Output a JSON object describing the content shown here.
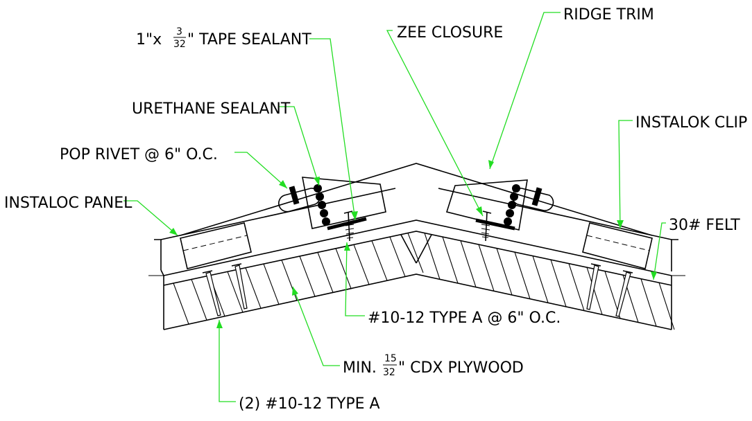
{
  "labels": {
    "tape_prefix": "1\"x",
    "tape_num": "3",
    "tape_den": "32",
    "tape_suffix": "\" TAPE SEALANT",
    "zee_closure": "ZEE CLOSURE",
    "ridge_trim": "RIDGE TRIM",
    "urethane_sealant": "URETHANE SEALANT",
    "instalok_clip": "INSTALOK CLIP",
    "pop_rivet": "POP RIVET @ 6\" O.C.",
    "instaloc_panel": "INSTALOC PANEL",
    "felt": "30# FELT",
    "screw_type_a_oc": "#10-12 TYPE A @ 6\" O.C.",
    "plywood_prefix": "MIN.",
    "plywood_num": "15",
    "plywood_den": "32",
    "plywood_suffix": "\" CDX PLYWOOD",
    "two_screws": "(2) #10-12 TYPE A"
  },
  "colors": {
    "leader": "#22dd22",
    "linework": "#000000",
    "background": "#ffffff"
  }
}
